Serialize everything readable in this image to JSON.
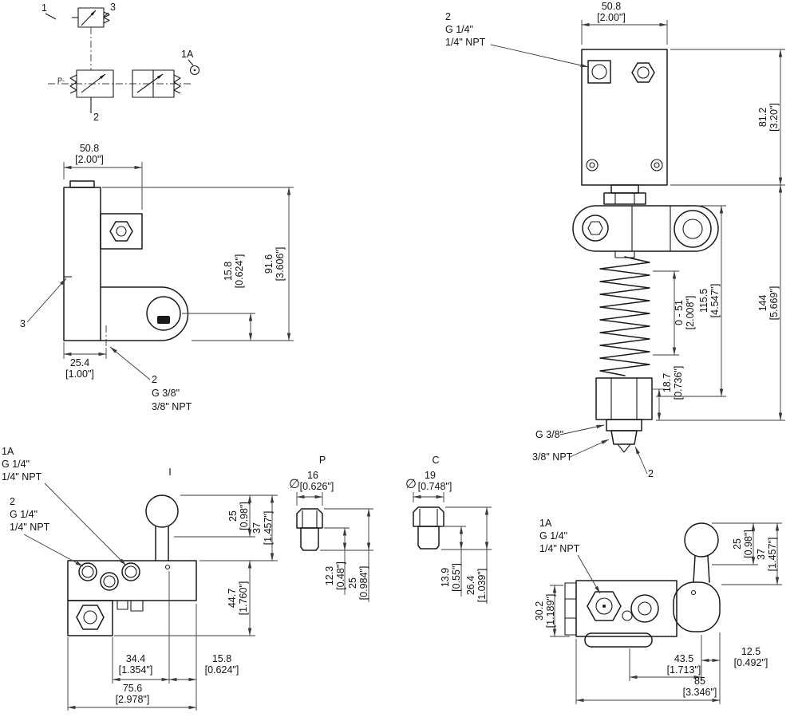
{
  "colors": {
    "object_line": "#1a1a1a",
    "dimension_line": "#3a3a3a",
    "text": "#111111",
    "background": "#ffffff"
  },
  "schematic": {
    "item_1": "1",
    "item_3": "3",
    "item_1a": "1A",
    "item_2": "2",
    "port_p": "P-"
  },
  "side": {
    "width_mm": "50.8",
    "width_in": "[2.00\"]",
    "height_mm": "91.6",
    "height_in": "[3.606\"]",
    "port_mm": "15.8",
    "port_in": "[0.624\"]",
    "base_mm": "25.4",
    "base_in": "[1.00\"]",
    "item_3": "3",
    "item_2": "2",
    "port_thread": "G 3/8\"",
    "port_npt": "3/8\" NPT"
  },
  "front": {
    "item_2_top": "2",
    "port_top_thread": "G 1/4\"",
    "port_top_npt": "1/4\" NPT",
    "width_mm": "50.8",
    "width_in": "[2.00\"]",
    "block_mm": "81.2",
    "block_in": "[3.20\"]",
    "overall_mm": "144",
    "overall_in": "[5.669\"]",
    "lever_mm": "115.5",
    "lever_in": "[4.547\"]",
    "range_mm": "0 - 51",
    "range_in": "[2.008\"]",
    "hex_mm": "18.7",
    "hex_in": "[0.736\"]",
    "port_bottom_thread": "G 3/8\"",
    "port_bottom_npt": "3/8\" NPT",
    "item_2_bottom": "2"
  },
  "top": {
    "item_1a": "1A",
    "port_1a_thread": "G 1/4\"",
    "port_1a_npt": "1/4\" NPT",
    "item_2": "2",
    "port_2_thread": "G 1/4\"",
    "port_2_npt": "1/4\" NPT",
    "label_i": "I",
    "knob_mm": "25",
    "knob_in": "[0.98\"]",
    "knob_total_mm": "37",
    "knob_total_in": "[1.457\"]",
    "body_mm": "44.7",
    "body_in": "[1.760\"]",
    "offset1_mm": "34.4",
    "offset1_in": "[1.354\"]",
    "offset2_mm": "15.8",
    "offset2_in": "[0.624\"]",
    "width_mm": "75.6",
    "width_in": "[2.978\"]"
  },
  "fittings": {
    "p": {
      "title": "P",
      "dia_symbol": "∅",
      "dia_mm": "16",
      "dia_in": "[0.626\"]",
      "h1_mm": "12.3",
      "h1_in": "[0.48\"]",
      "h2_mm": "25",
      "h2_in": "[0.984\"]"
    },
    "c": {
      "title": "C",
      "dia_symbol": "∅",
      "dia_mm": "19",
      "dia_in": "[0.748\"]",
      "h1_mm": "13.9",
      "h1_in": "[0.55\"]",
      "h2_mm": "26.4",
      "h2_in": "[1.039\"]"
    }
  },
  "iso": {
    "item_1a": "1A",
    "port_1a_thread": "G 1/4\"",
    "port_1a_npt": "1/4\" NPT",
    "knob_mm": "25",
    "knob_in": "[0.98\"]",
    "knob_total_mm": "37",
    "knob_total_in": "[1.457\"]",
    "height_mm": "30.2",
    "height_in": "[1.189\"]",
    "offset1_mm": "43.5",
    "offset1_in": "[1.713\"]",
    "offset2_mm": "12.5",
    "offset2_in": "[0.492\"]",
    "width_mm": "85",
    "width_in": "[3.346\"]"
  }
}
